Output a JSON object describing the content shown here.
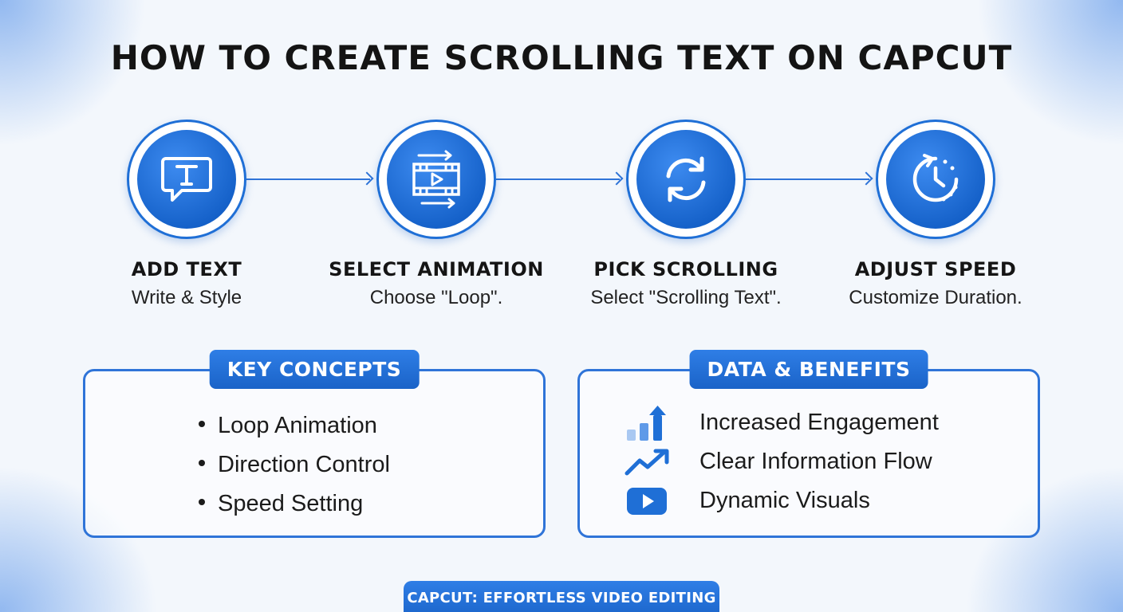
{
  "title": "HOW TO CREATE SCROLLING TEXT ON CAPCUT",
  "steps": [
    {
      "title": "ADD TEXT",
      "subtitle": "Write & Style",
      "icon": "text-bubble-icon"
    },
    {
      "title": "SELECT ANIMATION",
      "subtitle": "Choose \"Loop\".",
      "icon": "film-animation-icon"
    },
    {
      "title": "PICK SCROLLING",
      "subtitle": "Select \"Scrolling Text\".",
      "icon": "refresh-cycle-icon"
    },
    {
      "title": "ADJUST SPEED",
      "subtitle": "Customize Duration.",
      "icon": "clock-speed-icon"
    }
  ],
  "key_concepts": {
    "label": "KEY CONCEPTS",
    "items": [
      "Loop Animation",
      "Direction Control",
      "Speed Setting"
    ]
  },
  "data_benefits": {
    "label": "DATA & BENEFITS",
    "items": [
      {
        "text": "Increased Engagement",
        "icon": "bar-chart-up-icon"
      },
      {
        "text": "Clear Information Flow",
        "icon": "trend-up-icon"
      },
      {
        "text": "Dynamic Visuals",
        "icon": "video-play-icon"
      }
    ]
  },
  "footer": "CAPCUT: EFFORTLESS VIDEO EDITING",
  "colors": {
    "accent": "#1f6fd6",
    "background": "#f3f7fc",
    "text": "#151515"
  }
}
